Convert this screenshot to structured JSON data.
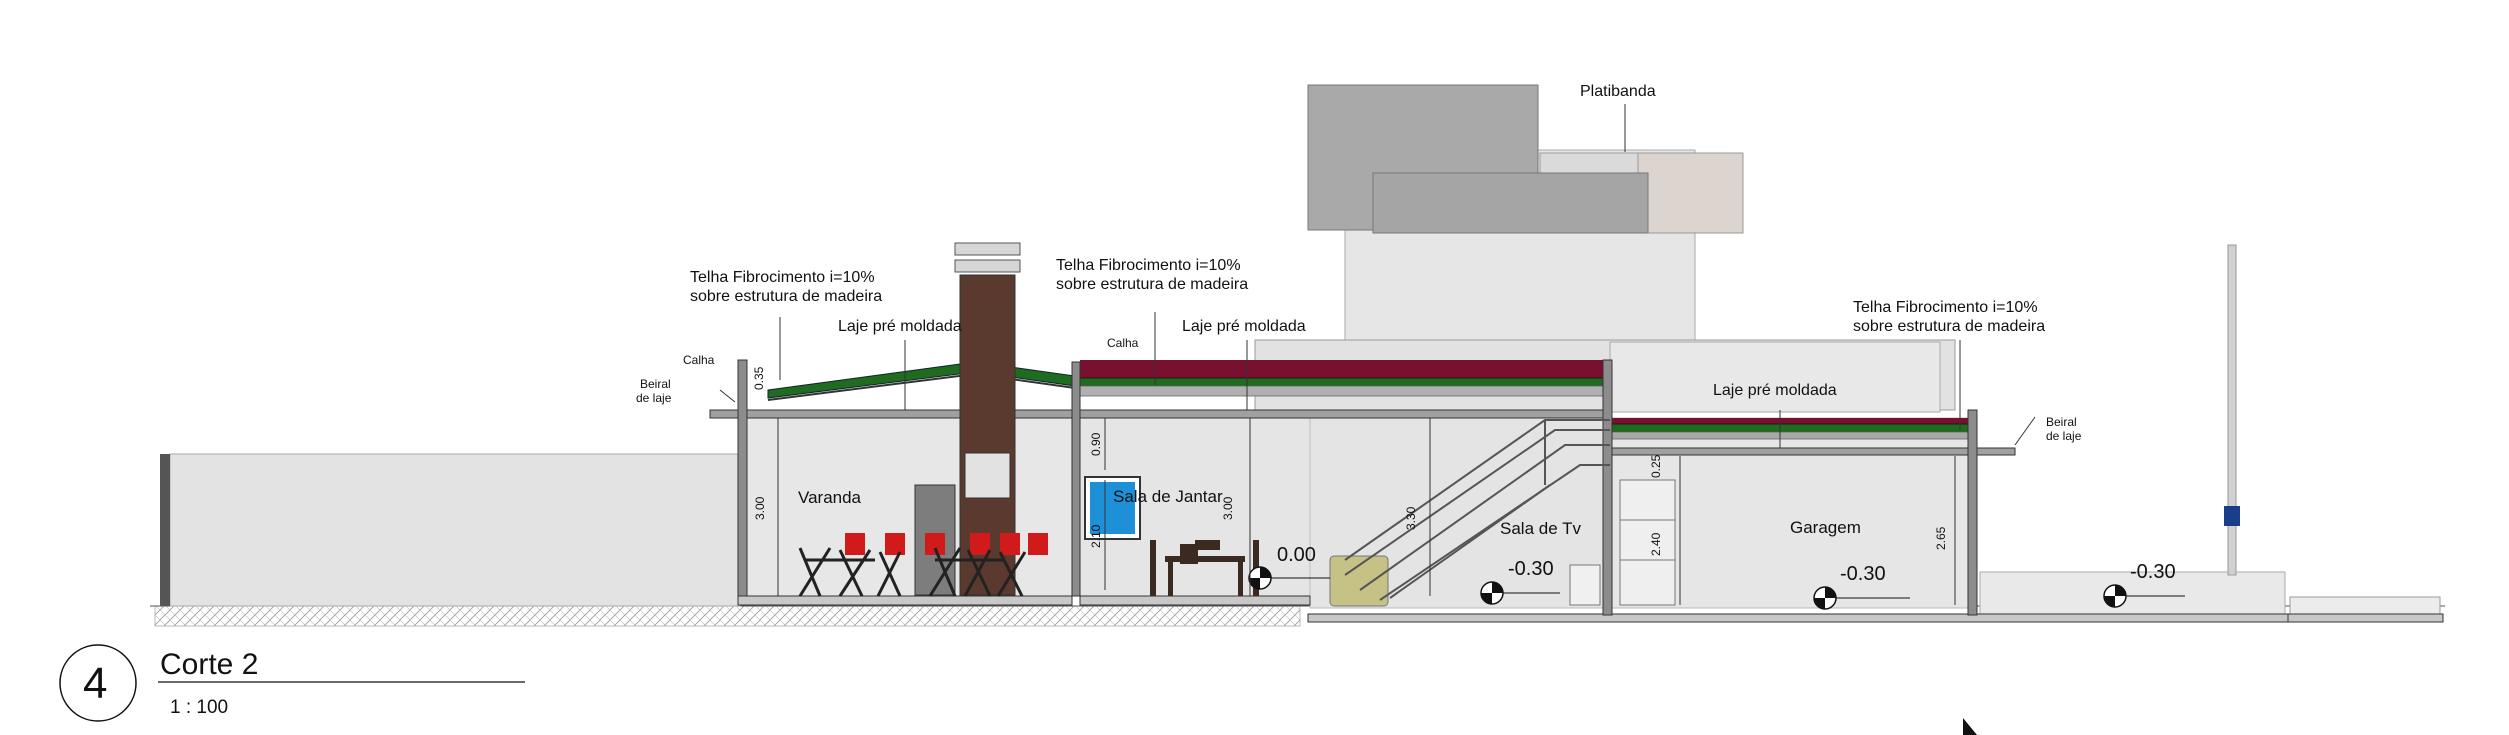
{
  "section": {
    "number": "4",
    "title": "Corte 2",
    "scale": "1 : 100"
  },
  "annotations": {
    "platibanda": "Platibanda",
    "roof_left_line1": "Telha Fibrocimento i=10%",
    "roof_left_line2": "sobre estrutura de madeira",
    "roof_mid_line1": "Telha Fibrocimento i=10%",
    "roof_mid_line2": "sobre estrutura de madeira",
    "roof_right_line1": "Telha Fibrocimento i=10%",
    "roof_right_line2": "sobre estrutura de madeira",
    "laje_left": "Laje pré moldada",
    "laje_mid": "Laje pré moldada",
    "laje_right": "Laje pré moldada",
    "calha_left": "Calha",
    "calha_mid": "Calha",
    "beiral_left_line1": "Beiral",
    "beiral_left_line2": "de laje",
    "beiral_right_line1": "Beiral",
    "beiral_right_line2": "de laje"
  },
  "rooms": {
    "varanda": "Varanda",
    "sala_jantar": "Sala de Jantar",
    "sala_tv": "Sala de Tv",
    "garagem": "Garagem"
  },
  "levels": {
    "main": "0.00",
    "sala_tv": "-0.30",
    "garagem": "-0.30",
    "exterior": "-0.30"
  },
  "dimensions": {
    "varanda_height": "3.00",
    "jantar_height": "3.00",
    "roof_left": "0.35",
    "upper_band": "0.90",
    "window": "2.10",
    "stair": "3.30",
    "garage_top": "0.25",
    "garage_door": "2.40",
    "garage_height": "2.65"
  },
  "colors": {
    "roof_green": "#1f6b1f",
    "roof_wine": "#7a1030",
    "chimney_brown": "#5a3a2e",
    "chair_red": "#d11a1a",
    "window_blue": "#1e90d8",
    "wall_gray": "#dcdcdc"
  }
}
